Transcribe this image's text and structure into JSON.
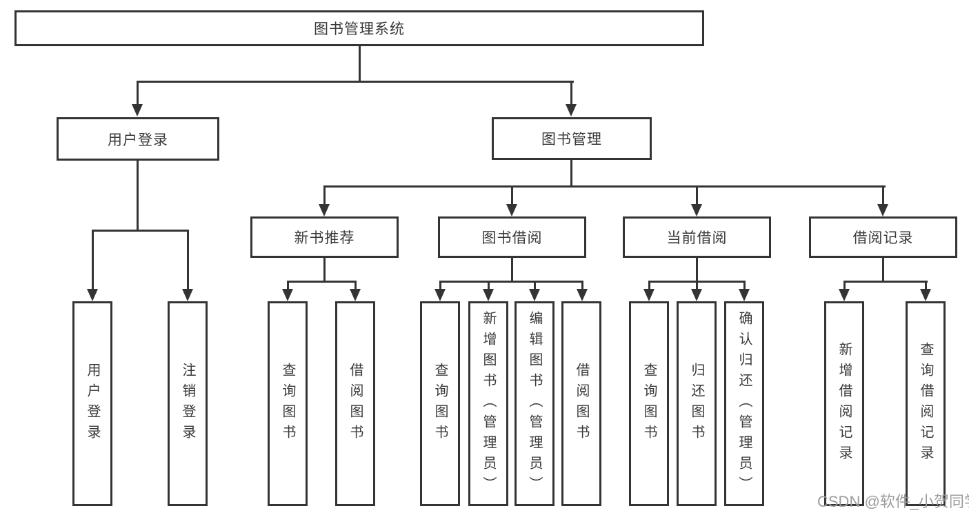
{
  "diagram_title": "图书管理系统",
  "tree": {
    "label": "图书管理系统",
    "children": [
      {
        "label": "用户登录",
        "children": [
          {
            "label": "用户登录"
          },
          {
            "label": "注销登录"
          }
        ]
      },
      {
        "label": "图书管理",
        "children": [
          {
            "label": "新书推荐",
            "children": [
              {
                "label": "查询图书"
              },
              {
                "label": "借阅图书"
              }
            ]
          },
          {
            "label": "图书借阅",
            "children": [
              {
                "label": "查询图书"
              },
              {
                "label": "新增图书（管理员）"
              },
              {
                "label": "编辑图书（管理员）"
              },
              {
                "label": "借阅图书"
              }
            ]
          },
          {
            "label": "当前借阅",
            "children": [
              {
                "label": "查询图书"
              },
              {
                "label": "归还图书"
              },
              {
                "label": "确认归还（管理员）"
              }
            ]
          },
          {
            "label": "借阅记录",
            "children": [
              {
                "label": "新增借阅记录"
              },
              {
                "label": "查询借阅记录"
              }
            ]
          }
        ]
      }
    ]
  },
  "watermark": {
    "text": "CSDN @软件_小贺同学"
  },
  "colors": {
    "line": "#343434",
    "box_border": "#343434",
    "text": "#3a3a3a",
    "watermark": "#9c9c9c",
    "background": "#ffffff"
  }
}
